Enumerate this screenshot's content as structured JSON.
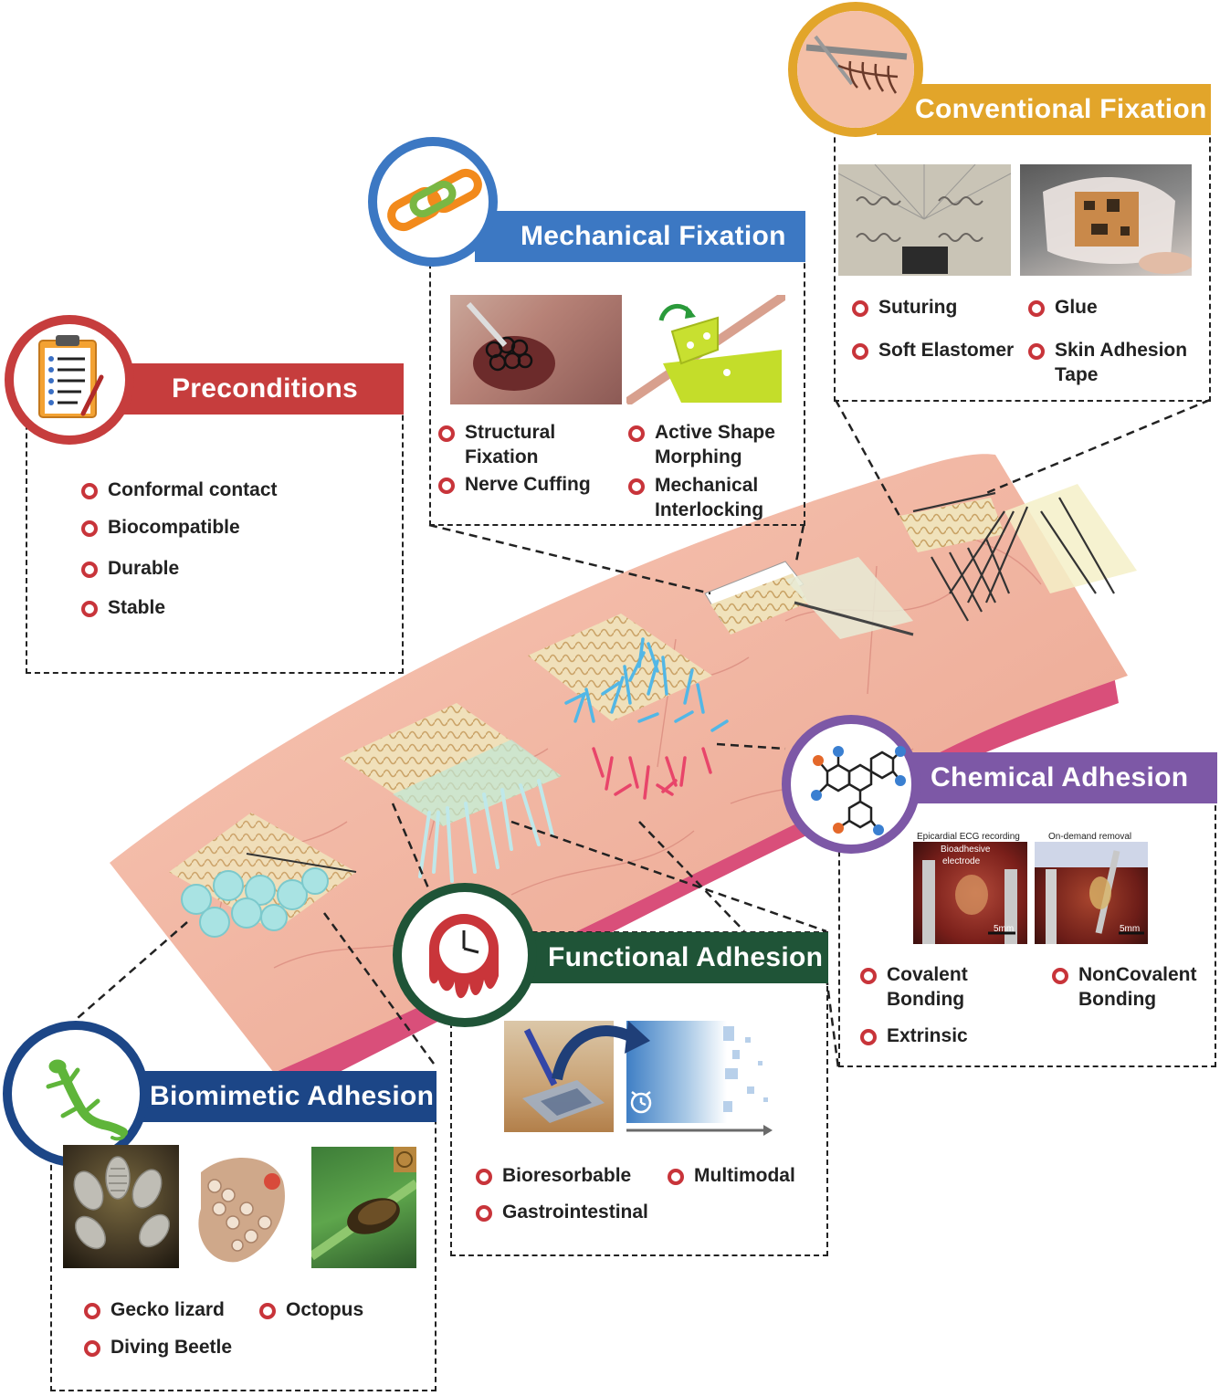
{
  "colors": {
    "preconditions": "#c63d3d",
    "mechanical": "#3c78c3",
    "conventional": "#e2a52a",
    "chemical": "#7d58a6",
    "functional": "#1f5437",
    "biomimetic": "#1c4687",
    "bullet": "#c8343a",
    "skin": "#f3b9a6"
  },
  "icons": {
    "preconditions": "clipboard-icon",
    "mechanical": "chain-link-icon",
    "conventional": "suture-icon",
    "chemical": "molecule-icon",
    "functional": "melting-clock-icon",
    "biomimetic": "gecko-icon"
  },
  "preconditions": {
    "title": "Preconditions",
    "items": [
      "Conformal contact",
      "Biocompatible",
      "Durable",
      "Stable"
    ]
  },
  "mechanical": {
    "title": "Mechanical Fixation",
    "items": [
      [
        "Structural",
        "Fixation"
      ],
      [
        "Nerve Cuffing"
      ],
      [
        "Active Shape",
        "Morphing"
      ],
      [
        "Mechanical",
        "Interlocking"
      ]
    ]
  },
  "conventional": {
    "title": "Conventional Fixation",
    "items": [
      [
        "Suturing"
      ],
      [
        "Glue"
      ],
      [
        "Soft Elastomer"
      ],
      [
        "Skin Adhesion",
        "Tape"
      ]
    ]
  },
  "chemical": {
    "title": "Chemical Adhesion",
    "photo_captions": {
      "left_top": "Epicardial ECG recording",
      "left_inner_1": "Bioadhesive",
      "left_inner_2": "electrode",
      "right_top": "On-demand removal",
      "scale_left": "5mm",
      "scale_right": "5mm"
    },
    "items": [
      [
        "Covalent",
        "Bonding"
      ],
      [
        "NonCovalent",
        "Bonding"
      ],
      [
        "Extrinsic"
      ]
    ]
  },
  "functional": {
    "title": "Functional Adhesion",
    "items": [
      [
        "Bioresorbable"
      ],
      [
        "Multimodal"
      ],
      [
        "Gastrointestinal"
      ]
    ]
  },
  "biomimetic": {
    "title": "Biomimetic Adhesion",
    "items": [
      [
        "Gecko lizard"
      ],
      [
        "Octopus"
      ],
      [
        "Diving Beetle"
      ]
    ]
  }
}
